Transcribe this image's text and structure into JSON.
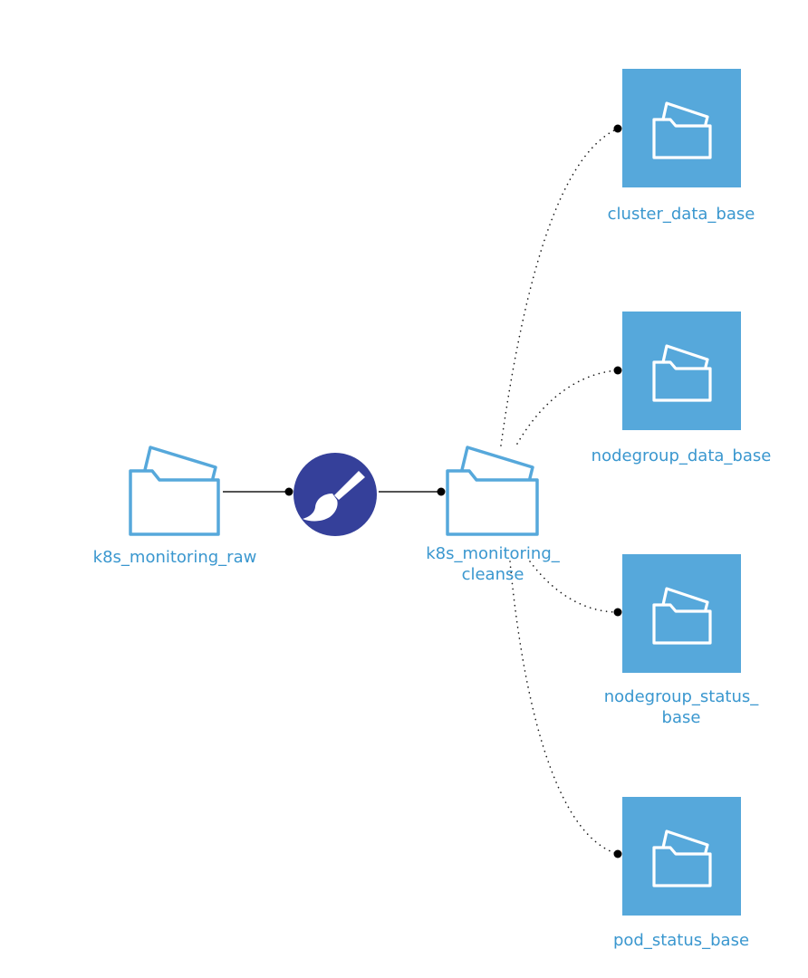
{
  "flow": {
    "colors": {
      "label": "#3a97cf",
      "folder_outline": "#56a8db",
      "tile": "#56a8db",
      "tile_icon": "#ffffff",
      "recipe": "#35409a",
      "edge": "#1a1a1a"
    },
    "source": {
      "label": "k8s_monitoring_raw",
      "icon": "folder-icon"
    },
    "recipe": {
      "type": "clean-recipe",
      "icon": "brush-icon"
    },
    "intermediate": {
      "label_line1": "k8s_monitoring_",
      "label_line2": "cleanse",
      "icon": "folder-icon"
    },
    "outputs": [
      {
        "label_line1": "cluster_data_base",
        "label_line2": "",
        "icon": "folder-icon"
      },
      {
        "label_line1": "nodegroup_data_base",
        "label_line2": "",
        "icon": "folder-icon"
      },
      {
        "label_line1": "nodegroup_status_",
        "label_line2": "base",
        "icon": "folder-icon"
      },
      {
        "label_line1": "pod_status_base",
        "label_line2": "",
        "icon": "folder-icon"
      }
    ]
  }
}
